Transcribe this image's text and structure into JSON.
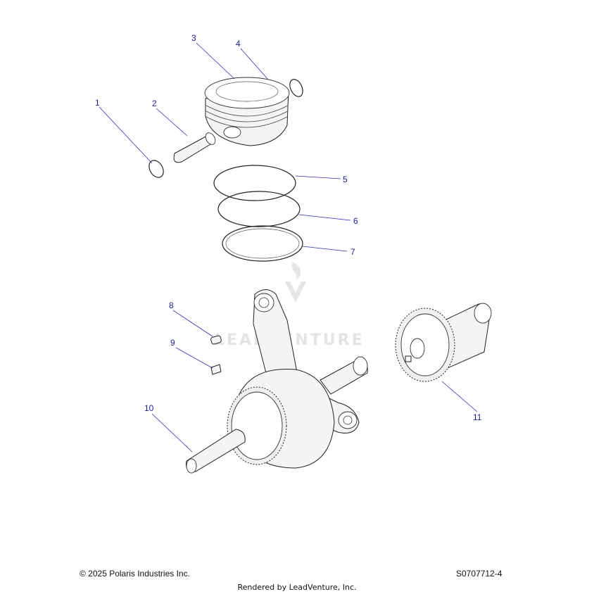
{
  "diagram": {
    "callouts": [
      "1",
      "2",
      "3",
      "4",
      "5",
      "6",
      "7",
      "8",
      "9",
      "10",
      "11"
    ]
  },
  "watermark": {
    "text": "LEADVENTURE"
  },
  "footer": {
    "copyright": "© 2025 Polaris Industries Inc.",
    "drawing_number": "S0707712-4",
    "rendered_by": "Rendered by LeadVenture, Inc."
  }
}
